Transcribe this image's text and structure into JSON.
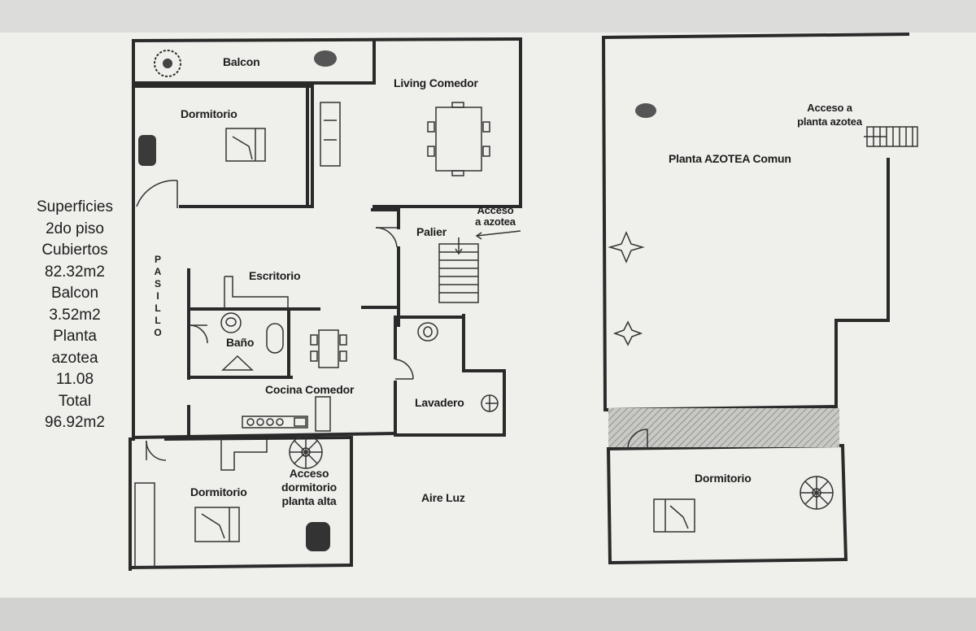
{
  "plan": {
    "rooms": {
      "balcon": "Balcon",
      "living_comedor": "Living Comedor",
      "dormitorio_top": "Dormitorio",
      "palier": "Palier",
      "acceso_azotea": [
        "Acceso",
        "a azotea"
      ],
      "escritorio": "Escritorio",
      "bano": "Baño",
      "cocina_comedor": "Cocina Comedor",
      "lavadero": "Lavadero",
      "dormitorio_bottom": "Dormitorio",
      "acceso_dormitorio": [
        "Acceso",
        "dormitorio",
        "planta alta"
      ],
      "aire_luz": "Aire Luz",
      "pasillo": [
        "P",
        "A",
        "S",
        "I",
        "L",
        "L",
        "O"
      ]
    },
    "azotea": {
      "acceso": [
        "Acceso a",
        "planta azotea"
      ],
      "title": "Planta AZOTEA Comun",
      "dormitorio": "Dormitorio"
    },
    "summary": [
      "Superficies",
      "2do piso",
      "Cubiertos",
      "82.32m2",
      "Balcon",
      "3.52m2",
      "Planta",
      "azotea",
      "11.08",
      "Total",
      "96.92m2"
    ]
  }
}
